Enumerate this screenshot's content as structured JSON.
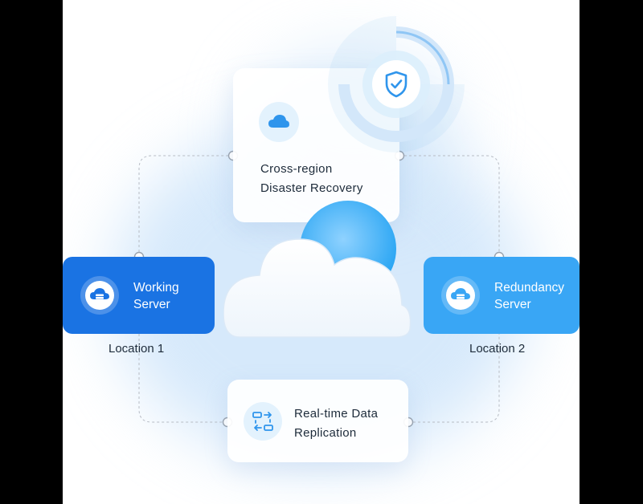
{
  "diagram": {
    "recovery_card": {
      "line1": "Cross-region",
      "line2": "Disaster Recovery",
      "icon": "cloud-icon"
    },
    "replication_card": {
      "line1": "Real-time Data",
      "line2": "Replication",
      "icon": "data-sync-icon"
    },
    "working_server": {
      "line1": "Working",
      "line2": "Server",
      "icon": "cloud-server-icon"
    },
    "redundancy_server": {
      "line1": "Redundancy",
      "line2": "Server",
      "icon": "cloud-server-icon"
    },
    "location_1": "Location 1",
    "location_2": "Location 2",
    "shield_icon": "shield-check-icon",
    "colors": {
      "primary": "#1a73e3",
      "secondary": "#39a6f5",
      "accent_light": "#e3f2fd",
      "text": "#1d2b3a"
    }
  }
}
